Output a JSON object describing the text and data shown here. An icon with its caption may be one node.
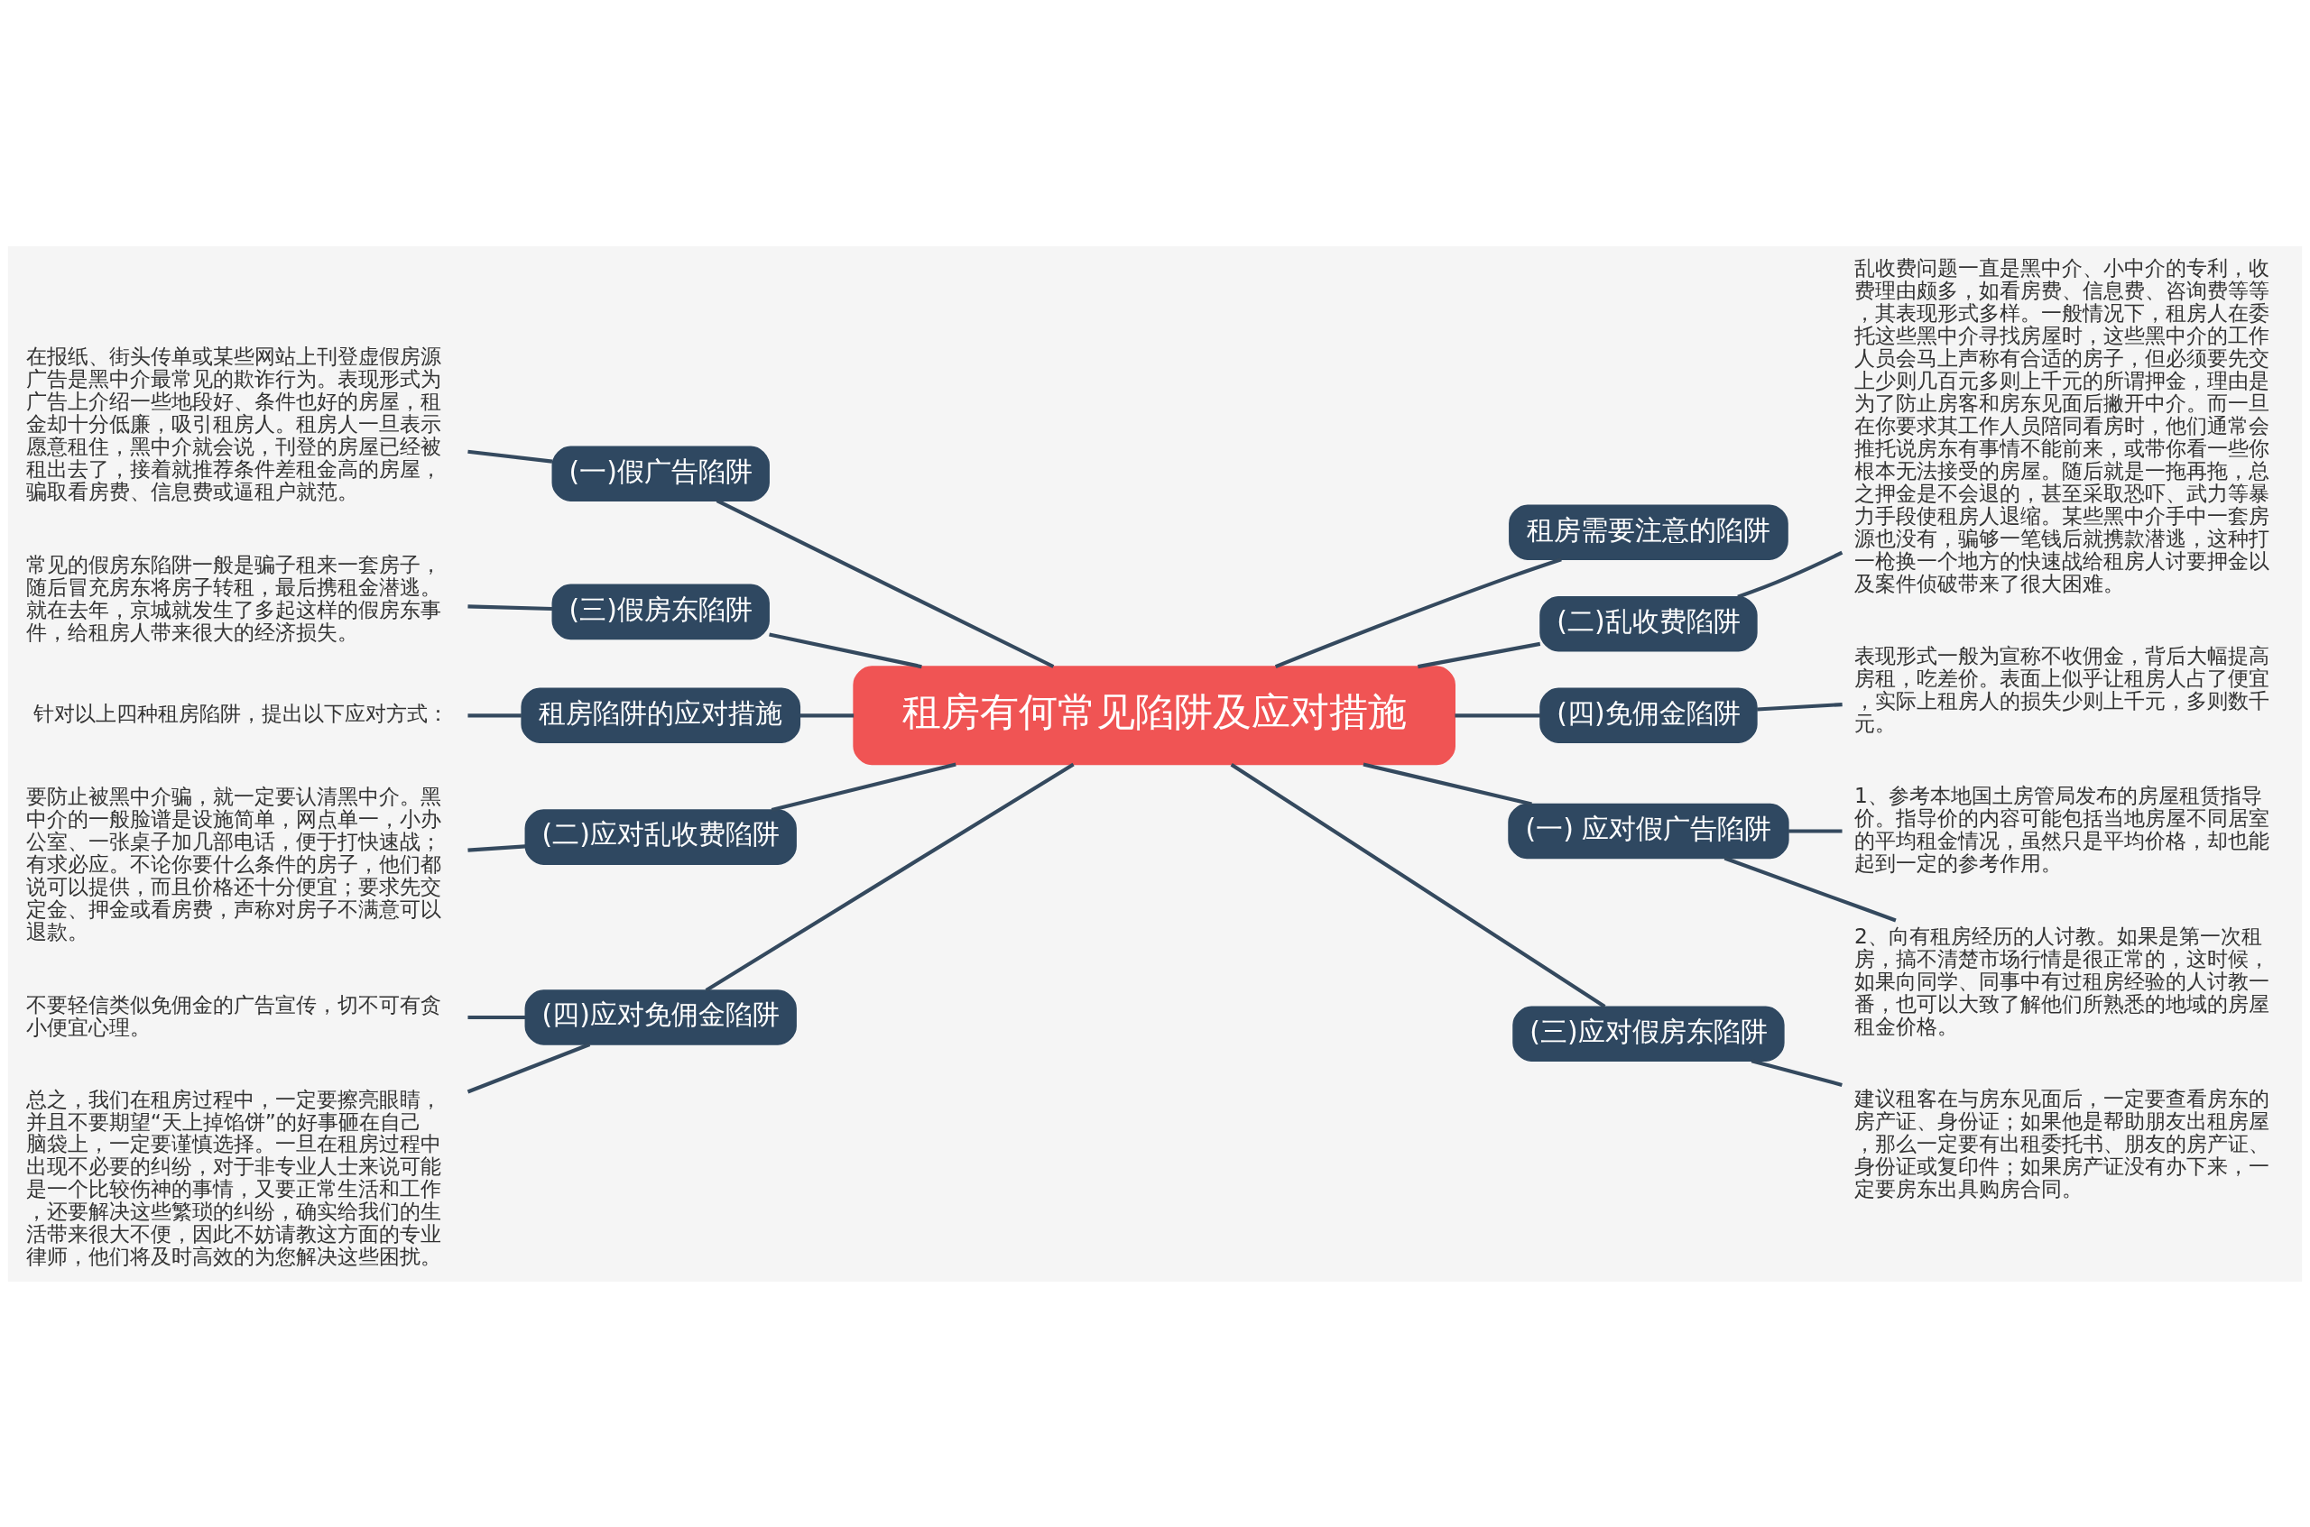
{
  "diagram": {
    "nodes": [
      {
        "text": [
          "租房有何常见陷阱及应对措施"
        ]
      },
      {
        "text": [
          "(一)假广告陷阱"
        ]
      },
      {
        "text": [
          "在报纸、街头传单或某些网站上刊登虚假房源广告是黑中介最常见的欺诈行为。表现形式为广告上介绍一些地段好、条件也好的房屋，租金却十分低廉，吸引租房人。租房人一旦表示愿意租住，黑中介就会说，刊登的房屋已经被租出去了，接着就推荐条件差租金高的房屋，骗取看房费、信息费或逼租户就范。"
        ]
      },
      {
        "text": [
          "(三)假房东陷阱"
        ]
      },
      {
        "text": [
          "常见的假房东陷阱一般是骗子租来一套房子，随后冒充房东将房子转租，最后携租金潜逃。就在去年，京城就发生了多起这样的假房东事件，给租房人带来很大的经济损失。"
        ]
      },
      {
        "text": [
          "租房陷阱的应对措施"
        ]
      },
      {
        "text": [
          "针对以上四种租房陷阱，提出以下应对方式："
        ]
      },
      {
        "text": [
          "(二)应对乱收费陷阱"
        ]
      },
      {
        "text": [
          "要防止被黑中介骗，就一定要认清黑中介。黑中介的一般脸谱是设施简单，网点单一，小办公室、一张桌子加几部电话，便于打快速战；有求必应。不论你要什么条件的房子，他们都说可以提供，而且价格还十分便宜；要求先交定金、押金或看房费，声称对房子不满意可以退款。"
        ]
      },
      {
        "text": [
          "(四)应对免佣金陷阱"
        ]
      },
      {
        "text": [
          "不要轻信类似免佣金的广告宣传，切不可有贪小便宜心理。"
        ]
      },
      {
        "text": [
          "总之，我们在租房过程中，一定要擦亮眼睛，并且不要期望“天上掉馅饼”的好事砸在自己脑袋上，一定要谨慎选择。一旦在租房过程中出现不必要的纠纷，对于非专业人士来说可能是一个比较伤神的事情，又要正常生活和工作，还要解决这些繁琐的纠纷，确实给我们的生活带来很大不便，因此不妨请教这方面的专业律师，他们将及时高效的为您解决这些困扰。"
        ]
      },
      {
        "text": [
          "租房需要注意的陷阱"
        ]
      },
      {
        "text": [
          "(二)乱收费陷阱"
        ]
      },
      {
        "text": [
          "乱收费问题一直是黑中介、小中介的专利，收费理由颇多，如看房费、信息费、咨询费等等，其表现形式多样。一般情况下，租房人在委托这些黑中介寻找房屋时，这些黑中介的工作人员会马上声称有合适的房子，但必须要先交上少则几百元多则上千元的所谓押金，理由是为了防止房客和房东见面后撇开中介。而一旦在你要求其工作人员陪同看房时，他们通常会推托说房东有事情不能前来，或带你看一些你根本无法接受的房屋。随后就是一拖再拖，总之押金是不会退的，甚至采取恐吓、武力等暴力手段使租房人退缩。某些黑中介手中一套房源也没有，骗够一笔钱后就携款潜逃，这种打一枪换一个地方的快速战给租房人讨要押金以及案件侦破带来了很大困难。"
        ]
      },
      {
        "text": [
          "(四)免佣金陷阱"
        ]
      },
      {
        "text": [
          "表现形式一般为宣称不收佣金，背后大幅提高房租，吃差价。表面上似乎让租房人占了便宜，实际上租房人的损失少则上千元，多则数千元。"
        ]
      },
      {
        "text": [
          "(一) 应对假广告陷阱"
        ]
      },
      {
        "text": [
          "1、参考本地国土房管局发布的房屋租赁指导价。指导价的内容可能包括当地房屋不同居室的平均租金情况，虽然只是平均价格，却也能起到一定的参考作用。"
        ]
      },
      {
        "text": [
          "2、向有租房经历的人讨教。如果是第一次租房，搞不清楚市场行情是很正常的，这时候，如果向同学、同事中有过租房经验的人讨教一番，也可以大致了解他们所熟悉的地域的房屋租金价格。"
        ]
      },
      {
        "text": [
          "(三)应对假房东陷阱"
        ]
      },
      {
        "text": [
          "建议租客在与房东见面后，一定要查看房东的房产证、身份证；如果他是帮助朋友出租房屋，那么一定要有出租委托书、朋友的房产证、身份证或复印件；如果房产证没有办下来，一定要房东出具购房合同。"
        ]
      }
    ],
    "edges": [
      {
        "from": 0,
        "to": 1,
        "arrow": "none"
      },
      {
        "from": 1,
        "to": 2,
        "arrow": "none"
      },
      {
        "from": 0,
        "to": 3,
        "arrow": "none"
      },
      {
        "from": 3,
        "to": 4,
        "arrow": "none"
      },
      {
        "from": 0,
        "to": 5,
        "arrow": "none"
      },
      {
        "from": 5,
        "to": 6,
        "arrow": "none"
      },
      {
        "from": 0,
        "to": 7,
        "arrow": "none"
      },
      {
        "from": 7,
        "to": 8,
        "arrow": "none"
      },
      {
        "from": 0,
        "to": 9,
        "arrow": "none"
      },
      {
        "from": 9,
        "to": 10,
        "arrow": "none"
      },
      {
        "from": 9,
        "to": 11,
        "arrow": "none"
      },
      {
        "from": 0,
        "to": 12,
        "arrow": "none"
      },
      {
        "from": 0,
        "to": 13,
        "arrow": "none"
      },
      {
        "from": 13,
        "to": 14,
        "arrow": "none"
      },
      {
        "from": 0,
        "to": 15,
        "arrow": "none"
      },
      {
        "from": 15,
        "to": 16,
        "arrow": "none"
      },
      {
        "from": 0,
        "to": 17,
        "arrow": "none"
      },
      {
        "from": 17,
        "to": 18,
        "arrow": "none"
      },
      {
        "from": 17,
        "to": 19,
        "arrow": "none"
      },
      {
        "from": 0,
        "to": 20,
        "arrow": "none"
      },
      {
        "from": 20,
        "to": 21,
        "arrow": "none"
      }
    ]
  }
}
